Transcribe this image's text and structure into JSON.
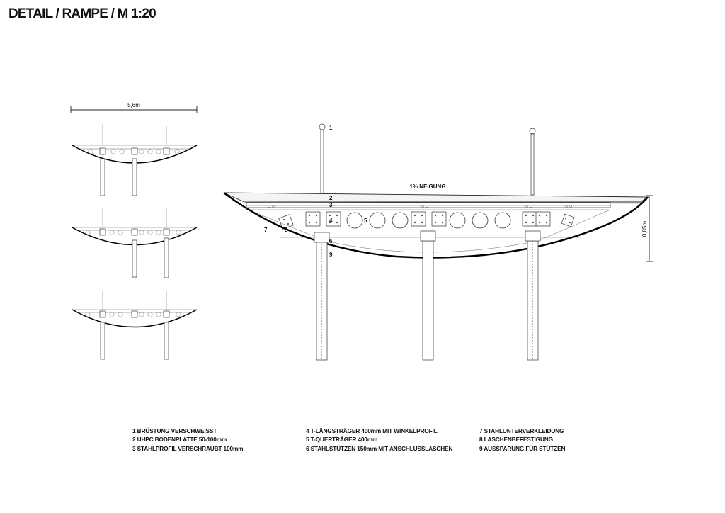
{
  "title": "DETAIL / RAMPE / M 1:20",
  "dimensions": {
    "width_label": "5,6m",
    "height_label": "0,85m",
    "slope_label": "1% NEIGUNG"
  },
  "callouts": [
    "1",
    "2",
    "3",
    "4",
    "5",
    "6",
    "7",
    "8",
    "9"
  ],
  "legend": [
    [
      "1 BRÜSTUNG VERSCHWEISST",
      "2 UHPC BODENPLATTE 50-100mm",
      "3 STAHLPROFIL VERSCHRAUBT 100mm"
    ],
    [
      "4 T-LÄNGSTRÄGER 400mm MIT WINKELPROFIL",
      "5 T-QUERTRÄGER 400mm",
      "6 STAHLSTÜTZEN 150mm MIT ANSCHLUSSLASCHEN"
    ],
    [
      "7 STAHLUNTERVERKLEIDUNG",
      "8 LASCHENBEFESTIGUNG",
      "9 AUSSPARUNG FÜR STÜTZEN"
    ]
  ]
}
